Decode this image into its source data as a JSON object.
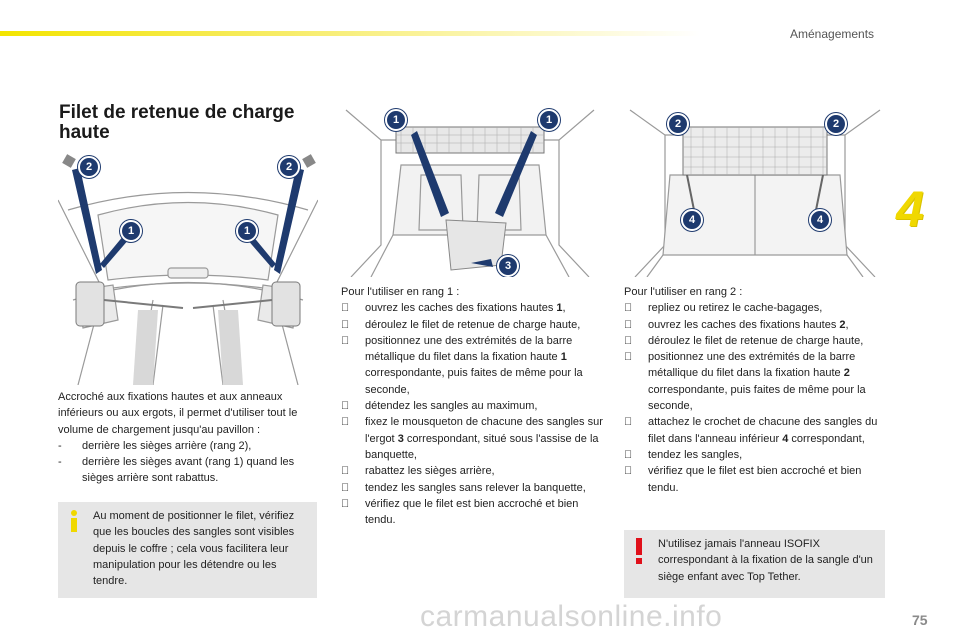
{
  "header": {
    "section": "Aménagements",
    "chapter_number": "4"
  },
  "title": "Filet de retenue de charge haute",
  "figures": [
    {
      "callouts": [
        "2",
        "2",
        "1",
        "1"
      ]
    },
    {
      "callouts": [
        "1",
        "1",
        "3"
      ]
    },
    {
      "callouts": [
        "2",
        "2",
        "4",
        "4"
      ]
    }
  ],
  "intro": {
    "text": "Accroché aux fixations hautes et aux anneaux inférieurs ou aux ergots, il permet d'utiliser tout le volume de chargement jusqu'au pavillon :",
    "items": [
      {
        "marker": "-",
        "text": "derrière les sièges arrière (rang 2),"
      },
      {
        "marker": "-",
        "text": "derrière les sièges avant (rang 1) quand les sièges arrière sont rabattus."
      }
    ]
  },
  "info_box": {
    "icon": "info-icon",
    "text": "Au moment de positionner le filet, vérifiez que les boucles des sangles sont visibles depuis le coffre ; cela vous facilitera leur manipulation pour les détendre ou les tendre."
  },
  "rang1": {
    "heading": "Pour l'utiliser en rang 1 :",
    "marker": "",
    "steps": [
      {
        "a": "ouvrez les caches des fixations hautes ",
        "b": "1",
        "c": ","
      },
      {
        "a": "déroulez le filet de retenue de charge haute,",
        "b": "",
        "c": ""
      },
      {
        "a": "positionnez une des extrémités de la barre métallique du filet dans la fixation haute ",
        "b": "1",
        "c": " correspondante, puis faites de même pour la seconde,"
      },
      {
        "a": "détendez les sangles au maximum,",
        "b": "",
        "c": ""
      },
      {
        "a": "fixez le mousqueton de chacune des sangles sur l'ergot ",
        "b": "3",
        "c": " correspondant, situé sous l'assise de la banquette,"
      },
      {
        "a": "rabattez les sièges arrière,",
        "b": "",
        "c": ""
      },
      {
        "a": "tendez les sangles sans relever la banquette,",
        "b": "",
        "c": ""
      },
      {
        "a": "vérifiez que le filet est bien accroché et bien tendu.",
        "b": "",
        "c": ""
      }
    ]
  },
  "rang2": {
    "heading": "Pour l'utiliser en rang 2 :",
    "marker": "",
    "steps": [
      {
        "a": "repliez ou retirez le cache-bagages,",
        "b": "",
        "c": ""
      },
      {
        "a": "ouvrez les caches des fixations hautes ",
        "b": "2",
        "c": ","
      },
      {
        "a": "déroulez le filet de retenue de charge haute,",
        "b": "",
        "c": ""
      },
      {
        "a": "positionnez une des extrémités de la barre métallique du filet dans la fixation haute ",
        "b": "2",
        "c": " correspondante, puis faites de même pour la seconde,"
      },
      {
        "a": "attachez le crochet de chacune des sangles du filet dans l'anneau inférieur ",
        "b": "4",
        "c": " correspondant,"
      },
      {
        "a": "tendez les sangles,",
        "b": "",
        "c": ""
      },
      {
        "a": "vérifiez que le filet est bien accroché et bien tendu.",
        "b": "",
        "c": ""
      }
    ]
  },
  "warning_box": {
    "icon": "exclamation-icon",
    "text": "N'utilisez jamais l'anneau ISOFIX correspondant à la fixation de la sangle d'un siège enfant avec Top Tether."
  },
  "page_number": "75",
  "footer_watermark": "carmanualsonline.info"
}
